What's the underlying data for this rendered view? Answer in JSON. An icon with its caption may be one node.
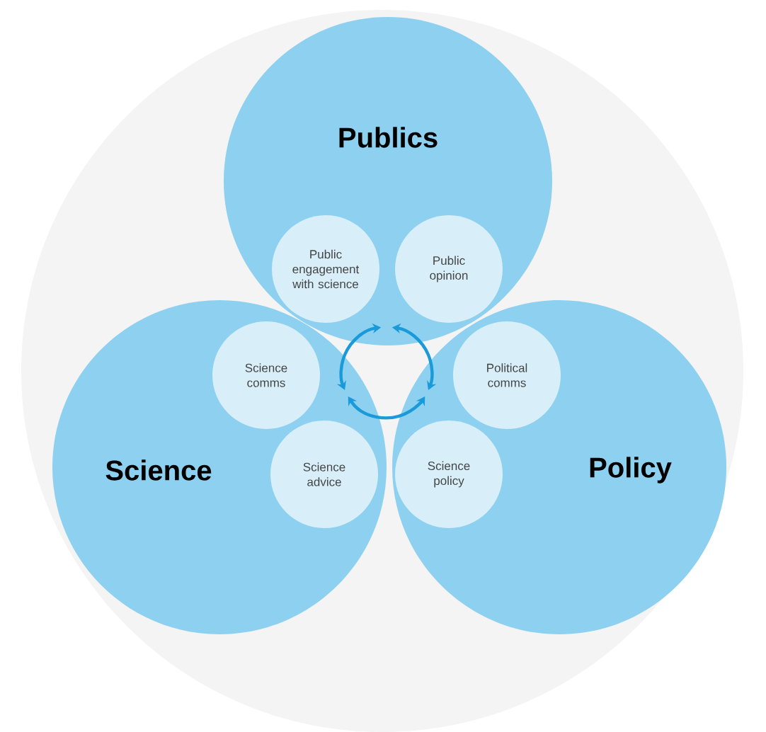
{
  "diagram": {
    "nodes": [
      {
        "text": [
          "Publics"
        ]
      },
      {
        "text": [
          "Science"
        ]
      },
      {
        "text": [
          "Policy"
        ]
      },
      {
        "text": [
          "Public engagement with science"
        ],
        "in": 0
      },
      {
        "text": [
          "Public opinion"
        ],
        "in": 0
      },
      {
        "text": [
          "Science comms"
        ],
        "in": 1
      },
      {
        "text": [
          "Science advice"
        ],
        "in": 1
      },
      {
        "text": [
          "Political comms"
        ],
        "in": 2
      },
      {
        "text": [
          "Science policy"
        ],
        "in": 2
      }
    ],
    "edges": [
      {
        "from": 0,
        "to": 1,
        "arrow": "both"
      },
      {
        "from": 0,
        "to": 2,
        "arrow": "both"
      },
      {
        "from": 1,
        "to": 2,
        "arrow": "both"
      }
    ]
  }
}
